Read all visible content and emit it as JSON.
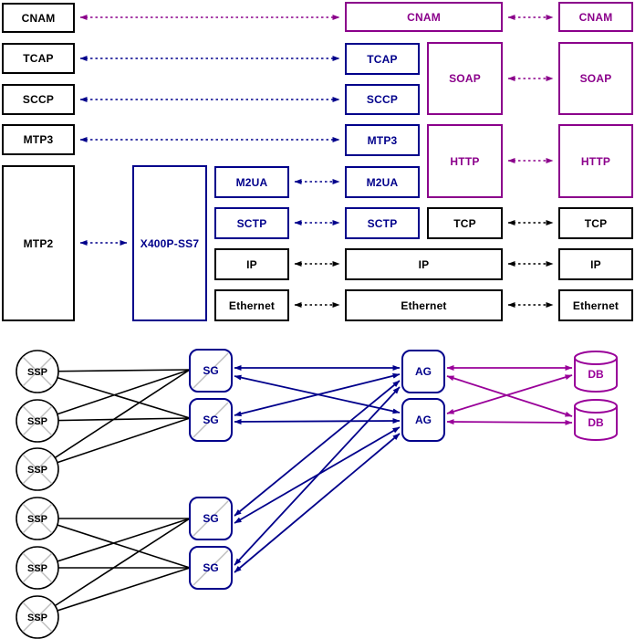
{
  "colors": {
    "black": "#000000",
    "navy_blue": "#00008b",
    "purple": "#8b008b",
    "magenta": "#990099",
    "gray": "#bdbdbd",
    "background": "#ffffff"
  },
  "stack": {
    "left": {
      "cnam": "CNAM",
      "tcap": "TCAP",
      "sccp": "SCCP",
      "mtp3": "MTP3",
      "mtp2": "MTP2"
    },
    "card": {
      "x400p": "X400P-SS7",
      "m2ua": "M2UA",
      "sctp": "SCTP",
      "ip": "IP",
      "ethernet": "Ethernet"
    },
    "middle": {
      "cnam": "CNAM",
      "tcap": "TCAP",
      "soap": "SOAP",
      "sccp": "SCCP",
      "mtp3": "MTP3",
      "http": "HTTP",
      "m2ua": "M2UA",
      "sctp": "SCTP",
      "tcp": "TCP",
      "ip": "IP",
      "ethernet": "Ethernet"
    },
    "right": {
      "cnam": "CNAM",
      "soap": "SOAP",
      "http": "HTTP",
      "tcp": "TCP",
      "ip": "IP",
      "ethernet": "Ethernet"
    }
  },
  "topology": {
    "ssp_label": "SSP",
    "sg_label": "SG",
    "ag_label": "AG",
    "db_label": "DB"
  }
}
